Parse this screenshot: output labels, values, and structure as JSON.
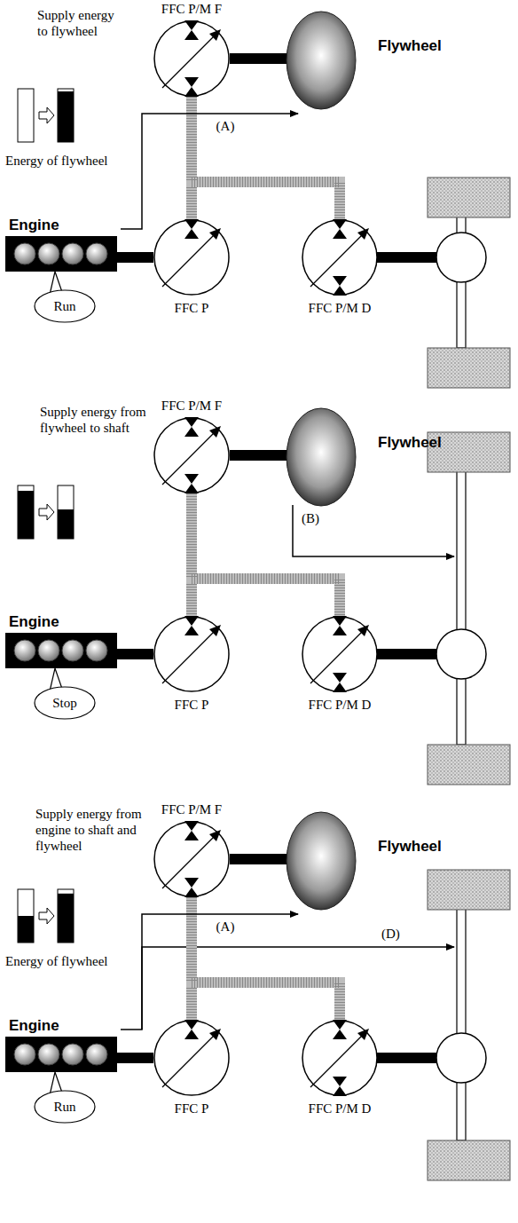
{
  "diagram": {
    "nodes": [
      {
        "text": [
          "FFC P/M F"
        ]
      },
      {
        "text": [
          "Flywheel"
        ]
      },
      {
        "text": [
          "Engine"
        ]
      },
      {
        "text": [
          "Run"
        ]
      },
      {
        "text": [
          "FFC P"
        ]
      },
      {
        "text": [
          "FFC P/M D"
        ]
      },
      {
        "text": [
          "FFC P/M F"
        ]
      },
      {
        "text": [
          "Flywheel"
        ]
      },
      {
        "text": [
          "Engine"
        ]
      },
      {
        "text": [
          "Stop"
        ]
      },
      {
        "text": [
          "FFC P"
        ]
      },
      {
        "text": [
          "FFC P/M D"
        ]
      },
      {
        "text": [
          "FFC P/M F"
        ]
      },
      {
        "text": [
          "Flywheel"
        ]
      },
      {
        "text": [
          "Engine"
        ]
      },
      {
        "text": [
          "Run"
        ]
      },
      {
        "text": [
          "FFC P"
        ]
      },
      {
        "text": [
          "FFC P/M D"
        ]
      }
    ],
    "edges": [
      {
        "from": 0,
        "to": 1,
        "arrow": "none"
      },
      {
        "from": 2,
        "to": 4,
        "arrow": "none"
      },
      {
        "from": 0,
        "to": 4,
        "arrow": "none"
      },
      {
        "from": 0,
        "to": 5,
        "arrow": "none"
      },
      {
        "from": 2,
        "to": 1,
        "arrow": "to",
        "label": "(A)"
      },
      {
        "from": 6,
        "to": 7,
        "arrow": "none"
      },
      {
        "from": 8,
        "to": 10,
        "arrow": "none"
      },
      {
        "from": 6,
        "to": 10,
        "arrow": "none"
      },
      {
        "from": 6,
        "to": 11,
        "arrow": "none"
      },
      {
        "from": 12,
        "to": 13,
        "arrow": "none"
      },
      {
        "from": 14,
        "to": 16,
        "arrow": "none"
      },
      {
        "from": 12,
        "to": 16,
        "arrow": "none"
      },
      {
        "from": 12,
        "to": 17,
        "arrow": "none"
      },
      {
        "from": 14,
        "to": 13,
        "arrow": "to",
        "label": "(A)"
      }
    ],
    "labels": [
      "Supply energy to flywheel",
      "Energy of flywheel",
      "Supply energy from flywheel to shaft",
      "(B)",
      "Supply energy from engine to shaft and flywheel",
      "Energy of flywheel",
      "(D)"
    ]
  }
}
